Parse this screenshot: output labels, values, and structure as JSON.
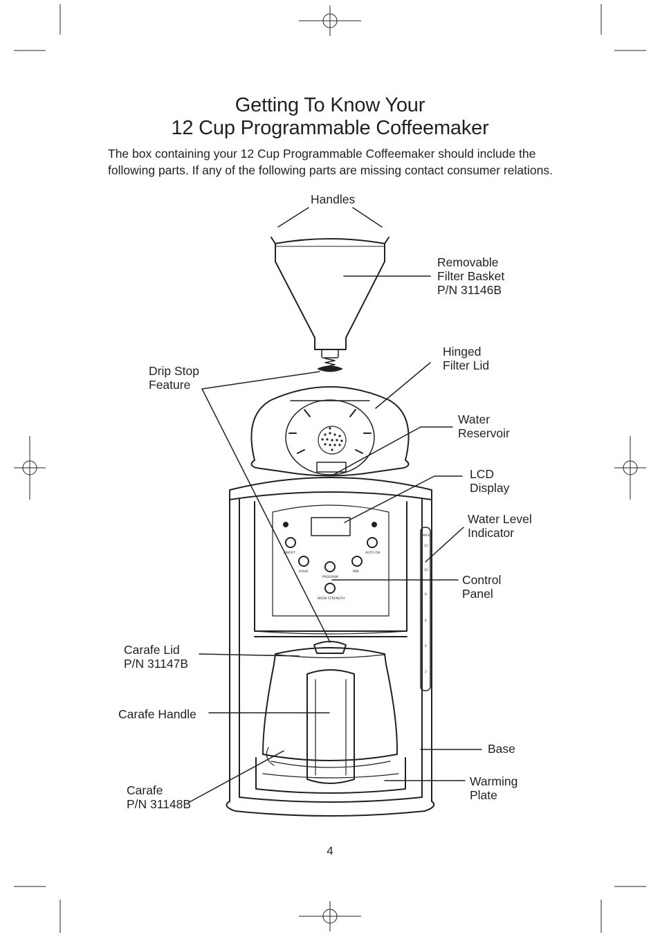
{
  "title": {
    "line1": "Getting To Know Your",
    "line2": "12 Cup Programmable Coffeemaker"
  },
  "intro": "The box containing your 12 Cup Programmable Coffeemaker should include the following parts. If any of the following parts are missing contact consumer relations.",
  "labels": {
    "handles": "Handles",
    "filter_basket": [
      "Removable",
      "Filter Basket",
      "P/N 31146B"
    ],
    "hinged_lid": [
      "Hinged",
      "Filter Lid"
    ],
    "drip_stop": [
      "Drip Stop",
      "Feature"
    ],
    "water_reservoir": [
      "Water",
      "Reservoir"
    ],
    "lcd_display": [
      "LCD",
      "Display"
    ],
    "water_level": [
      "Water Level",
      "Indicator"
    ],
    "control_panel": [
      "Control",
      "Panel"
    ],
    "carafe_lid": [
      "Carafe Lid",
      "P/N 31147B"
    ],
    "carafe_handle": "Carafe Handle",
    "base": "Base",
    "carafe": [
      "Carafe",
      "P/N 31148B"
    ],
    "warming_plate": [
      "Warming",
      "Plate"
    ]
  },
  "panel_buttons": {
    "on_off": "ON/OFF",
    "auto_on": "AUTO ON",
    "hour": "HOUR",
    "min": "MIN",
    "program": "PROGRAM",
    "brew_strength": "BREW STRENGTH"
  },
  "water_scale": [
    "MAX",
    "12",
    "10",
    "8",
    "6",
    "4",
    "2"
  ],
  "page_number": "4",
  "icons": [
    "registration-mark-icon",
    "crop-mark-icon"
  ]
}
